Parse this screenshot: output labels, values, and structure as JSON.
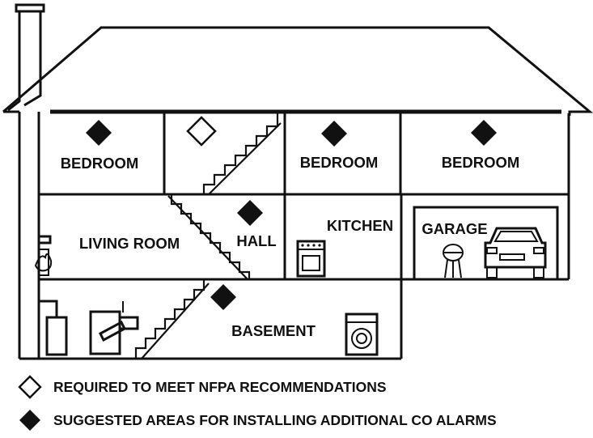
{
  "rooms": {
    "bedroom_1": "BEDROOM",
    "bedroom_2": "BEDROOM",
    "bedroom_3": "BEDROOM",
    "living_room": "LIVING ROOM",
    "hall": "HALL",
    "kitchen": "KITCHEN",
    "garage": "GARAGE",
    "basement": "BASEMENT"
  },
  "legend": {
    "required": "REQUIRED TO MEET NFPA RECOMMENDATIONS",
    "suggested": "SUGGESTED AREAS FOR INSTALLING ADDITIONAL CO ALARMS"
  },
  "alarm_markers": [
    {
      "location": "bedroom-1",
      "type": "suggested"
    },
    {
      "location": "upper-stair-landing",
      "type": "required"
    },
    {
      "location": "bedroom-2",
      "type": "suggested"
    },
    {
      "location": "bedroom-3",
      "type": "suggested"
    },
    {
      "location": "hall",
      "type": "suggested"
    },
    {
      "location": "basement",
      "type": "suggested"
    }
  ],
  "colors": {
    "line": "#111111",
    "background": "#ffffff"
  }
}
